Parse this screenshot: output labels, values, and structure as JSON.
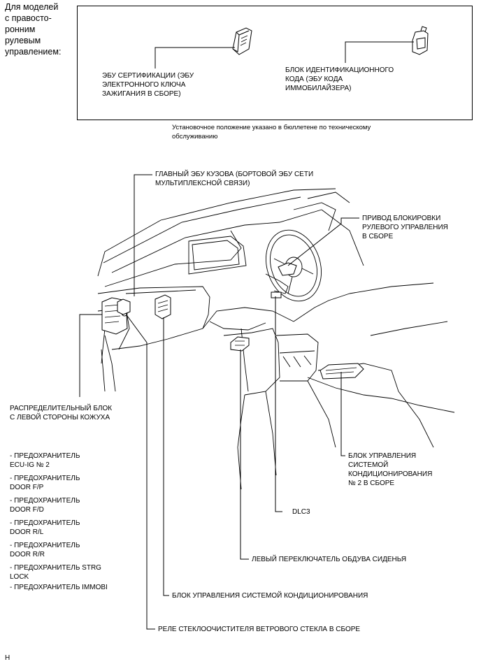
{
  "header": {
    "side_note": "Для моделей\nс правосто-\nронним\nрулевым\nуправлением:"
  },
  "inset": {
    "cert_ecu": "ЭБУ СЕРТИФИКАЦИИ (ЭБУ\nЭЛЕКТРОННОГО КЛЮЧА\nЗАЖИГАНИЯ В СБОРЕ)",
    "id_block": "БЛОК ИДЕНТИФИКАЦИОННОГО\nКОДА (ЭБУ КОДА\nИММОБИЛАЙЗЕРА)"
  },
  "note": "Установочное положение указано в бюллетене по техническому\nобслуживанию",
  "labels": {
    "main_body_ecu": "ГЛАВНЫЙ ЭБУ КУЗОВА (БОРТОВОЙ ЭБУ СЕТИ\nМУЛЬТИПЛЕКСНОЙ СВЯЗИ)",
    "steering_lock": "ПРИВОД БЛОКИРОВКИ\nРУЛЕВОГО УПРАВЛЕНИЯ\nВ СБОРЕ",
    "junction_block": "РАСПРЕДЕЛИТЕЛЬНЫЙ БЛОК\nС ЛЕВОЙ СТОРОНЫ КОЖУХА",
    "ac_control_2": "БЛОК УПРАВЛЕНИЯ\nСИСТЕМОЙ\nКОНДИЦИОНИРОВАНИЯ\n№ 2 В СБОРЕ",
    "dlc3": "DLC3",
    "seat_blower_switch": "ЛЕВЫЙ ПЕРЕКЛЮЧАТЕЛЬ ОБДУВА СИДЕНЬЯ",
    "ac_control": "БЛОК УПРАВЛЕНИЯ СИСТЕМОЙ КОНДИЦИОНИРОВАНИЯ",
    "wiper_relay": "РЕЛЕ СТЕКЛООЧИСТИТЕЛЯ ВЕТРОВОГО СТЕКЛА В СБОРЕ"
  },
  "fuses": [
    "- ПРЕДОХРАНИТЕЛЬ\nECU-IG № 2",
    "- ПРЕДОХРАНИТЕЛЬ\nDOOR F/P",
    "- ПРЕДОХРАНИТЕЛЬ\nDOOR F/D",
    "- ПРЕДОХРАНИТЕЛЬ\nDOOR R/L",
    "- ПРЕДОХРАНИТЕЛЬ\nDOOR R/R",
    "- ПРЕДОХРАНИТЕЛЬ STRG\nLOCK",
    "- ПРЕДОХРАНИТЕЛЬ IMMOBI"
  ],
  "footer_code": "H"
}
